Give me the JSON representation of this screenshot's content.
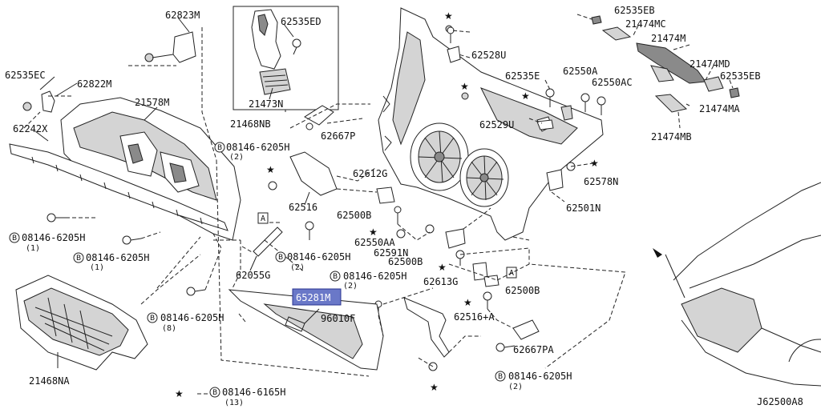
{
  "labels": {
    "p62823M": "62823M",
    "p62535ED": "62535ED",
    "p21473N": "21473N",
    "p21468NB": "21468NB",
    "p62535EC": "62535EC",
    "p62822M": "62822M",
    "p21578M": "21578M",
    "p62242X": "62242X",
    "p62667P": "62667P",
    "p62535EB_top": "62535EB",
    "p21474MC": "21474MC",
    "p21474M": "21474M",
    "p21474MD": "21474MD",
    "p62535EB_r": "62535EB",
    "p21474MA": "21474MA",
    "p21474MB": "21474MB",
    "p62528U": "62528U",
    "p62535E": "62535E",
    "p62550A": "62550A",
    "p62550AC": "62550AC",
    "p62529U": "62529U",
    "p62578N": "62578N",
    "p62501N": "62501N",
    "p62612G": "62612G",
    "p62516": "62516",
    "p62500B_a": "62500B",
    "p62550AA": "62550AA",
    "p62591N": "62591N",
    "p62500B_b": "62500B",
    "p62613G": "62613G",
    "p62500B_c": "62500B",
    "p62055G": "62055G",
    "p65281M": "65281M",
    "p96010F": "96010F",
    "p62516A": "62516+A",
    "p62667PA": "62667PA",
    "p21468NA": "21468NA",
    "bolt_std": "08146-6205H",
    "bolt_6165": "08146-6165H",
    "qty_2a": "(2)",
    "qty_1a": "(1)",
    "qty_1b": "(1)",
    "qty_2b": "(2)",
    "qty_2c": "(2)",
    "qty_8": "(8)",
    "qty_13": "(13)",
    "qty_2d": "(2)",
    "bolt_prefix": "B",
    "ref_A1": "A",
    "ref_A2": "A",
    "diagram_code": "J62500A8",
    "star": "★"
  }
}
